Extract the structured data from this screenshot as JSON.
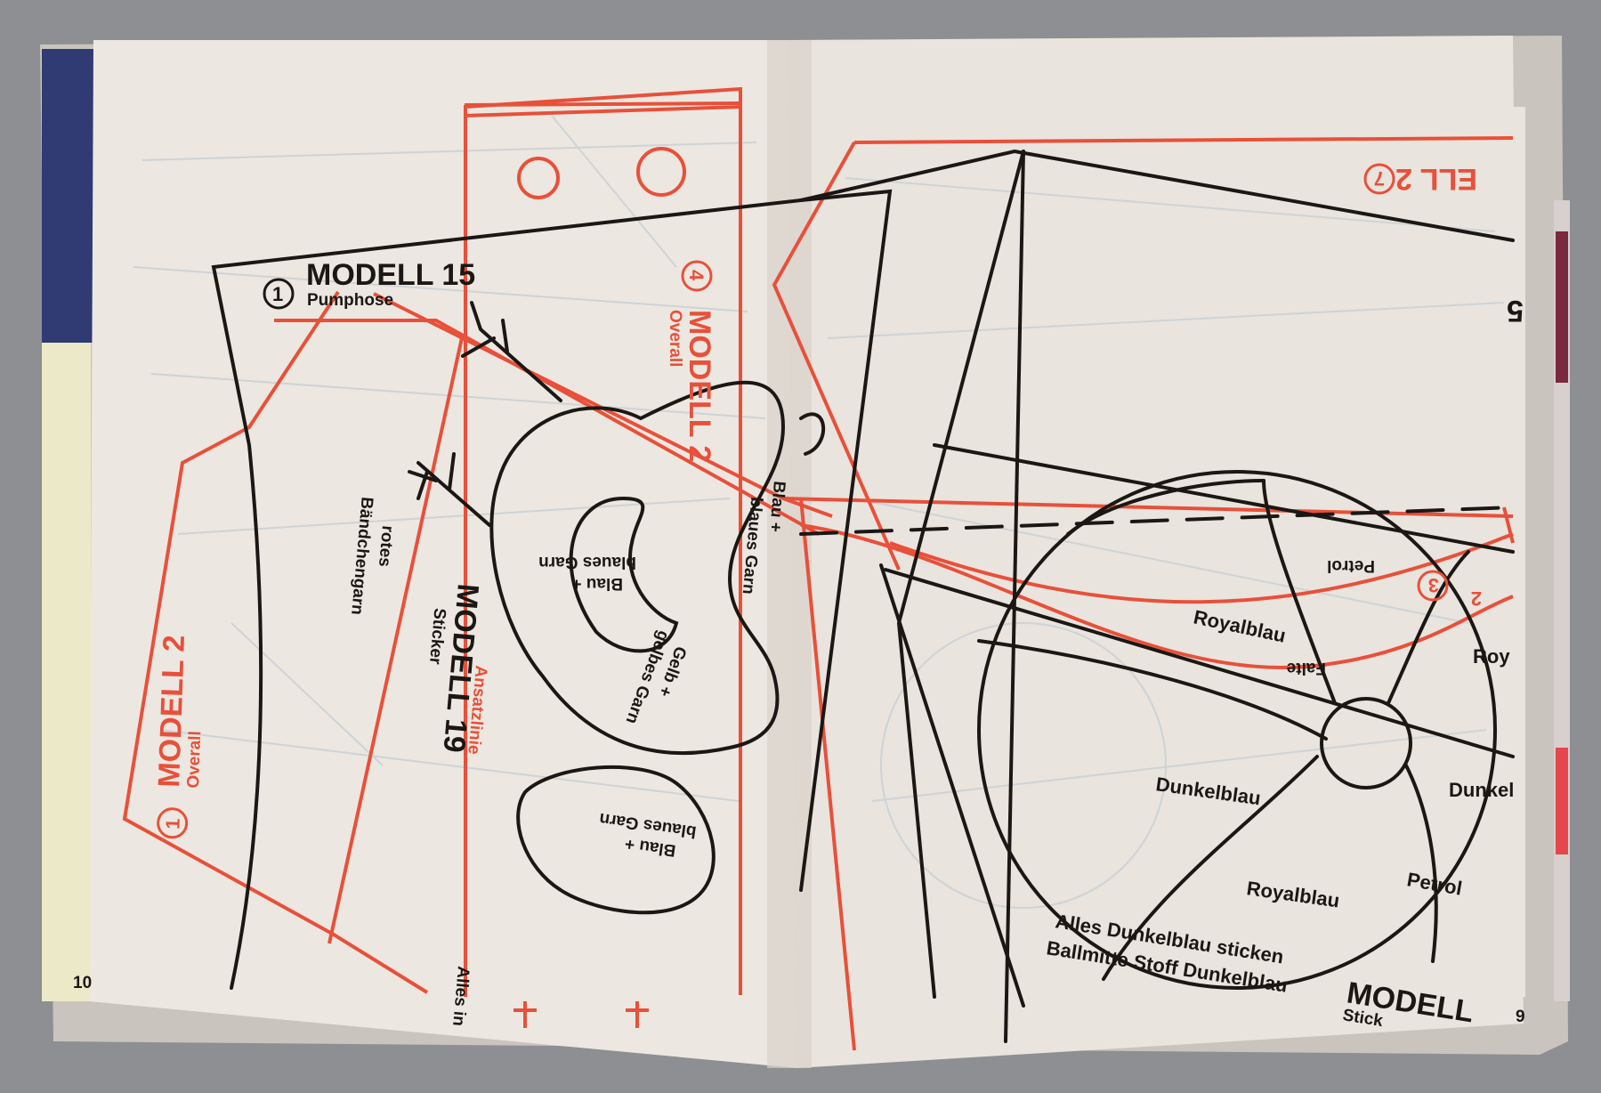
{
  "photo": {
    "subject": "open sewing pattern magazine spread",
    "colors": {
      "paper": "#ece7e0",
      "paper_shadow": "#d8d2ca",
      "pattern_black": "#1b1714",
      "pattern_red": "#e8503a",
      "background": "#8d8f92"
    }
  },
  "labels": {
    "modell15": {
      "num": "1",
      "title": "MODELL 15",
      "sub": "Pumphose"
    },
    "modell2_left": {
      "num": "1",
      "title": "MODELL 2",
      "sub": "Overall"
    },
    "modell2_strip": {
      "num": "4",
      "title": "MODELL 2",
      "sub": "Overall"
    },
    "modell19": {
      "title": "MODELL 19",
      "sub1": "Sticker",
      "sub2": "Ansatzlinie"
    },
    "rotes": {
      "line1": "rotes",
      "line2": "Bändchengarn"
    },
    "beak": {
      "line1": "Blau +",
      "line2": "blaues Garn"
    },
    "belly": {
      "line1": "Gelb +",
      "line2": "gelbes Garn"
    },
    "foot": {
      "line1": "Blau +",
      "line2": "blaues Garn"
    },
    "head": {
      "line1": "Blau +",
      "line2": "blaues Garn"
    },
    "alles_bottom": "Alles in",
    "top_right": "ELL 2",
    "top_right_num": "7",
    "petrol_num": "3",
    "petrol_top": "Petrol",
    "falte": "Falte",
    "ball": {
      "royalblau_top": "Royalblau",
      "roy_edge": "Roy",
      "dunkelblau_left": "Dunkelblau",
      "dunkel_right": "Dunkel",
      "royalblau_bottom": "Royalblau",
      "petrol_bottom": "Petrol"
    },
    "footer": {
      "line1": "Alles Dunkelblau sticken",
      "line2": "Ballmitte Stoff Dunkelblau",
      "modell": "MODELL",
      "stick": "Stick"
    },
    "page_left": "10",
    "page_right": "9",
    "page_right_big": "5",
    "edge_num2": "2"
  }
}
